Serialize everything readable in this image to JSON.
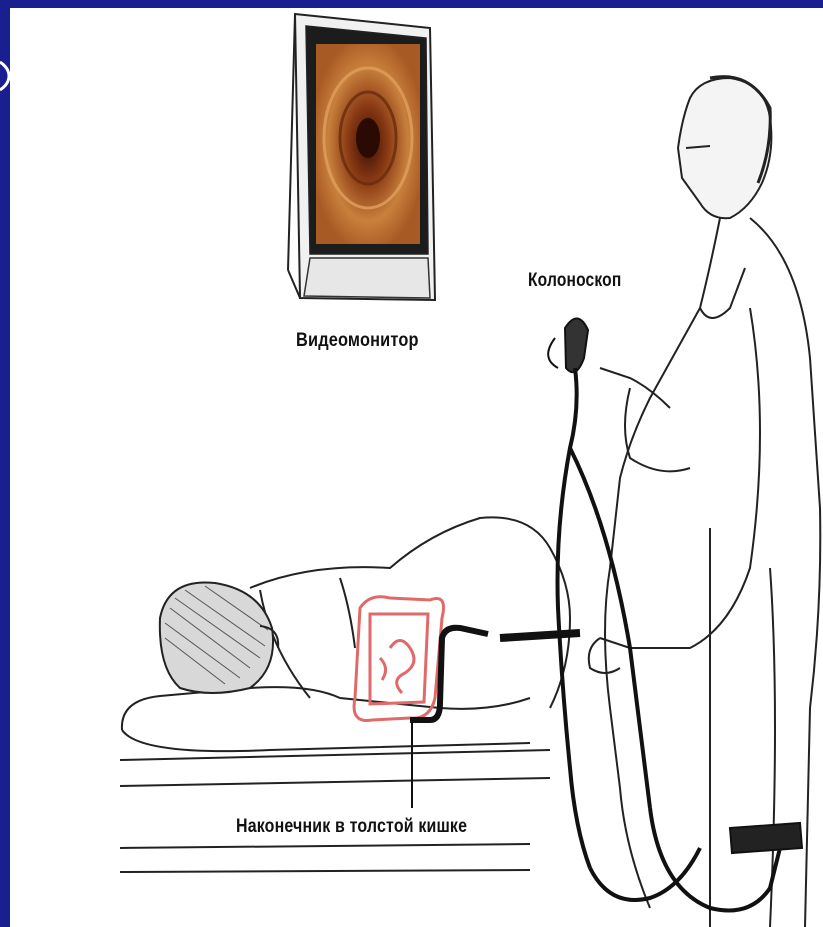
{
  "labels": {
    "colonoscope": "Колоноскоп",
    "video_monitor": "Видеомонитор",
    "tip_in_colon": "Наконечник в толстой кишке"
  },
  "colors": {
    "slide_background": "#1a1f8f",
    "panel": "#ffffff",
    "colon_outline": "#e06a6a",
    "monitor_image": "#8a3a14",
    "line": "#111111"
  }
}
